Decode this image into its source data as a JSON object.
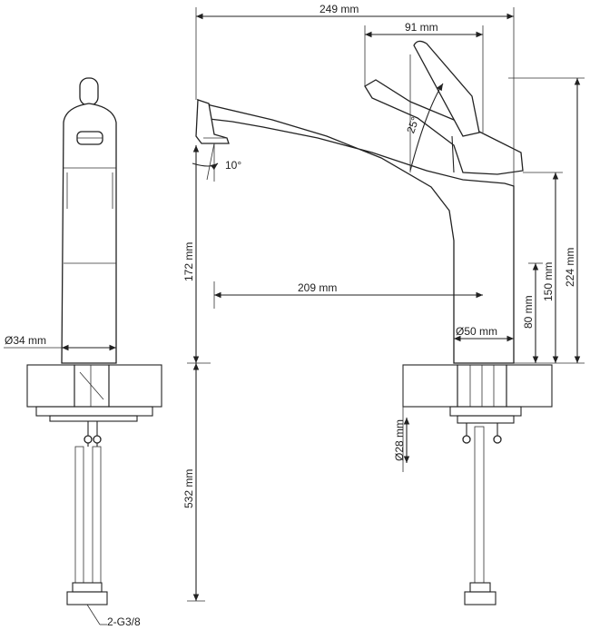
{
  "dimensions": {
    "overall_width": "249  mm",
    "handle_width": "91 mm",
    "handle_angle": "25°",
    "spout_angle": "10°",
    "spout_height": "172 mm",
    "spout_reach": "209  mm",
    "base_diameter_side": "Ø34 mm",
    "base_diameter_front": "Ø50  mm",
    "height_80": "80 mm",
    "height_150": "150 mm",
    "height_224": "224  mm",
    "hose_diameter": "Ø28 mm",
    "hose_length": "532  mm",
    "connection": "2-G3/8"
  }
}
